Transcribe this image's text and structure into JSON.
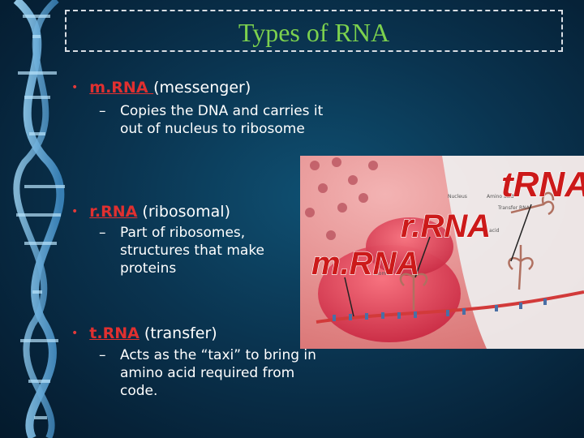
{
  "slide": {
    "title": "Types of RNA",
    "bullets": [
      {
        "term": "m.RNA ",
        "desc": "(messenger)",
        "sub": "Copies the DNA and carries it out of nucleus to ribosome"
      },
      {
        "term": "r.RNA",
        "desc": " (ribosomal)",
        "sub": "Part of ribosomes, structures that make proteins"
      },
      {
        "term": "t.RNA",
        "desc": " (transfer)",
        "sub": "Acts as the “taxi” to bring in amino acid required from code."
      }
    ],
    "dash": "–",
    "bullet_char": "•"
  },
  "figure": {
    "labels": {
      "trna": "tRNA",
      "rrna": "r.RNA",
      "mrna": "m.RNA"
    },
    "small_labels": [
      "Nucleus",
      "Amino acid",
      "Transfer RNA",
      "Amino acid",
      "osome"
    ],
    "colors": {
      "term": "#e03030",
      "title": "#7cd14e",
      "label_fill": "#cc1a1a",
      "ribosome": "#e8455a"
    }
  }
}
